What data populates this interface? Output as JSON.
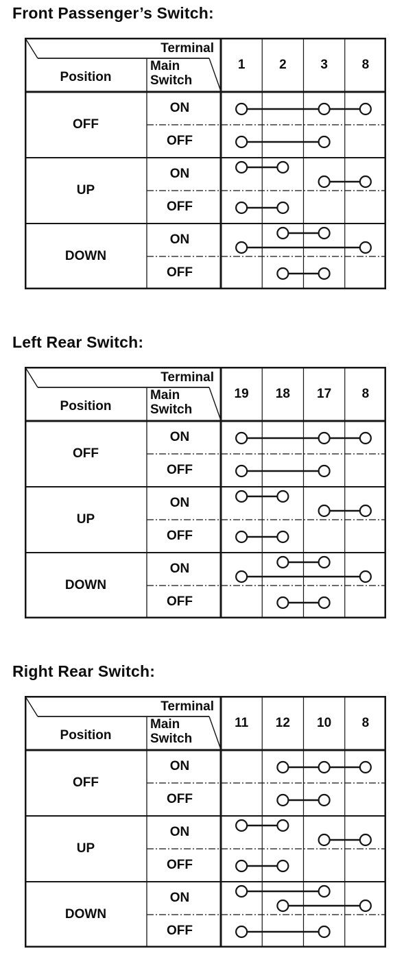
{
  "page": {
    "background": "#ffffff",
    "ink": "#151515",
    "description": "Power window switch continuity tables"
  },
  "tables": [
    {
      "title": "Front Passenger’s Switch:",
      "corner": {
        "terminal": "Terminal",
        "main_switch": "Main Switch",
        "position": "Position"
      },
      "terminals": [
        "1",
        "2",
        "3",
        "8"
      ],
      "positions": [
        {
          "label": "OFF",
          "rows": [
            {
              "main_switch": "ON",
              "connections": [
                {
                  "between": [
                    "1",
                    "3",
                    "8"
                  ],
                  "cols": [
                    1,
                    3,
                    4
                  ],
                  "band": "mid"
                }
              ]
            },
            {
              "main_switch": "OFF",
              "connections": [
                {
                  "between": [
                    "1",
                    "3"
                  ],
                  "cols": [
                    1,
                    3
                  ],
                  "band": "mid"
                }
              ]
            }
          ]
        },
        {
          "label": "UP",
          "rows": [
            {
              "main_switch": "ON",
              "connections": [
                {
                  "between": [
                    "1",
                    "2"
                  ],
                  "cols": [
                    1,
                    2
                  ],
                  "band": "high"
                },
                {
                  "between": [
                    "3",
                    "8"
                  ],
                  "cols": [
                    3,
                    4
                  ],
                  "band": "low"
                }
              ]
            },
            {
              "main_switch": "OFF",
              "connections": [
                {
                  "between": [
                    "1",
                    "2"
                  ],
                  "cols": [
                    1,
                    2
                  ],
                  "band": "mid"
                }
              ]
            }
          ]
        },
        {
          "label": "DOWN",
          "rows": [
            {
              "main_switch": "ON",
              "connections": [
                {
                  "between": [
                    "2",
                    "3"
                  ],
                  "cols": [
                    2,
                    3
                  ],
                  "band": "high"
                },
                {
                  "between": [
                    "1",
                    "8"
                  ],
                  "cols": [
                    1,
                    4
                  ],
                  "band": "low"
                }
              ]
            },
            {
              "main_switch": "OFF",
              "connections": [
                {
                  "between": [
                    "2",
                    "3"
                  ],
                  "cols": [
                    2,
                    3
                  ],
                  "band": "mid"
                }
              ]
            }
          ]
        }
      ]
    },
    {
      "title": "Left Rear Switch:",
      "corner": {
        "terminal": "Terminal",
        "main_switch": "Main Switch",
        "position": "Position"
      },
      "terminals": [
        "19",
        "18",
        "17",
        "8"
      ],
      "positions": [
        {
          "label": "OFF",
          "rows": [
            {
              "main_switch": "ON",
              "connections": [
                {
                  "between": [
                    "19",
                    "17",
                    "8"
                  ],
                  "cols": [
                    1,
                    3,
                    4
                  ],
                  "band": "mid"
                }
              ]
            },
            {
              "main_switch": "OFF",
              "connections": [
                {
                  "between": [
                    "19",
                    "17"
                  ],
                  "cols": [
                    1,
                    3
                  ],
                  "band": "mid"
                }
              ]
            }
          ]
        },
        {
          "label": "UP",
          "rows": [
            {
              "main_switch": "ON",
              "connections": [
                {
                  "between": [
                    "19",
                    "18"
                  ],
                  "cols": [
                    1,
                    2
                  ],
                  "band": "high"
                },
                {
                  "between": [
                    "17",
                    "8"
                  ],
                  "cols": [
                    3,
                    4
                  ],
                  "band": "low"
                }
              ]
            },
            {
              "main_switch": "OFF",
              "connections": [
                {
                  "between": [
                    "19",
                    "18"
                  ],
                  "cols": [
                    1,
                    2
                  ],
                  "band": "mid"
                }
              ]
            }
          ]
        },
        {
          "label": "DOWN",
          "rows": [
            {
              "main_switch": "ON",
              "connections": [
                {
                  "between": [
                    "18",
                    "17"
                  ],
                  "cols": [
                    2,
                    3
                  ],
                  "band": "high"
                },
                {
                  "between": [
                    "19",
                    "8"
                  ],
                  "cols": [
                    1,
                    4
                  ],
                  "band": "low"
                }
              ]
            },
            {
              "main_switch": "OFF",
              "connections": [
                {
                  "between": [
                    "18",
                    "17"
                  ],
                  "cols": [
                    2,
                    3
                  ],
                  "band": "mid"
                }
              ]
            }
          ]
        }
      ]
    },
    {
      "title": "Right Rear Switch:",
      "corner": {
        "terminal": "Terminal",
        "main_switch": "Main Switch",
        "position": "Position"
      },
      "terminals": [
        "11",
        "12",
        "10",
        "8"
      ],
      "positions": [
        {
          "label": "OFF",
          "rows": [
            {
              "main_switch": "ON",
              "connections": [
                {
                  "between": [
                    "12",
                    "10",
                    "8"
                  ],
                  "cols": [
                    2,
                    3,
                    4
                  ],
                  "band": "mid"
                }
              ]
            },
            {
              "main_switch": "OFF",
              "connections": [
                {
                  "between": [
                    "12",
                    "10"
                  ],
                  "cols": [
                    2,
                    3
                  ],
                  "band": "mid"
                }
              ]
            }
          ]
        },
        {
          "label": "UP",
          "rows": [
            {
              "main_switch": "ON",
              "connections": [
                {
                  "between": [
                    "11",
                    "12"
                  ],
                  "cols": [
                    1,
                    2
                  ],
                  "band": "high"
                },
                {
                  "between": [
                    "10",
                    "8"
                  ],
                  "cols": [
                    3,
                    4
                  ],
                  "band": "low"
                }
              ]
            },
            {
              "main_switch": "OFF",
              "connections": [
                {
                  "between": [
                    "11",
                    "12"
                  ],
                  "cols": [
                    1,
                    2
                  ],
                  "band": "mid"
                }
              ]
            }
          ]
        },
        {
          "label": "DOWN",
          "rows": [
            {
              "main_switch": "ON",
              "connections": [
                {
                  "between": [
                    "11",
                    "10"
                  ],
                  "cols": [
                    1,
                    3
                  ],
                  "band": "high"
                },
                {
                  "between": [
                    "12",
                    "8"
                  ],
                  "cols": [
                    2,
                    4
                  ],
                  "band": "low"
                }
              ]
            },
            {
              "main_switch": "OFF",
              "connections": [
                {
                  "between": [
                    "11",
                    "10"
                  ],
                  "cols": [
                    1,
                    3
                  ],
                  "band": "mid"
                }
              ]
            }
          ]
        }
      ]
    }
  ]
}
